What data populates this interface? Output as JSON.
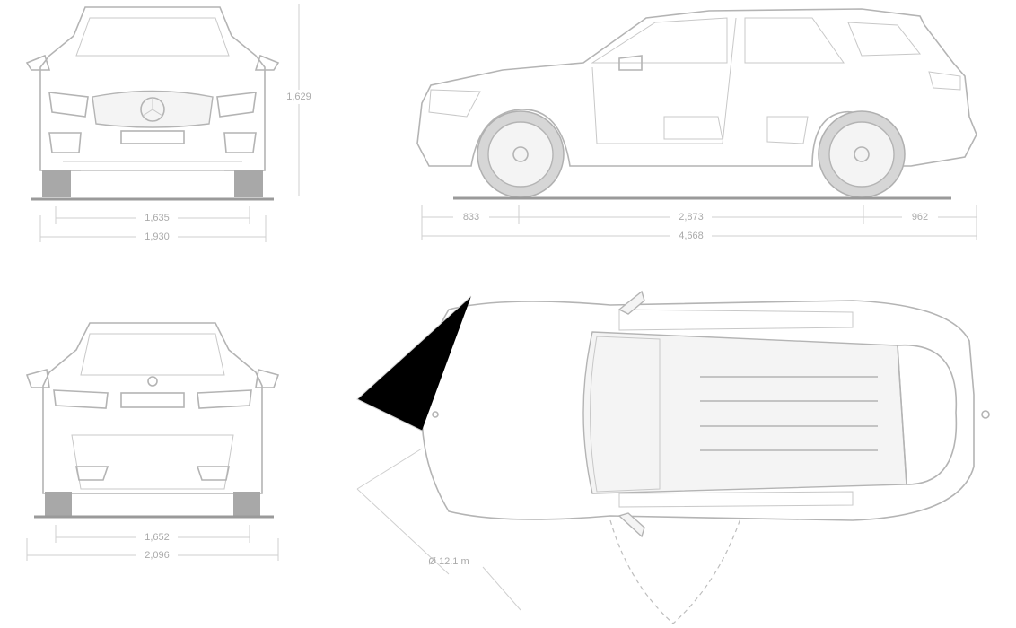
{
  "diagram": {
    "front_view": {
      "height": "1,629",
      "track": "1,635",
      "width": "1,930"
    },
    "side_view": {
      "front_overhang": "833",
      "wheelbase": "2,873",
      "rear_overhang": "962",
      "length": "4,668"
    },
    "rear_view": {
      "track": "1,652",
      "width_with_mirrors": "2,096"
    },
    "top_view": {
      "turning_circle": "Ø 12.1 m"
    }
  },
  "colors": {
    "line": "#b4b4b4",
    "label": "#aaaaaa",
    "ground": "#9a9a9a"
  }
}
